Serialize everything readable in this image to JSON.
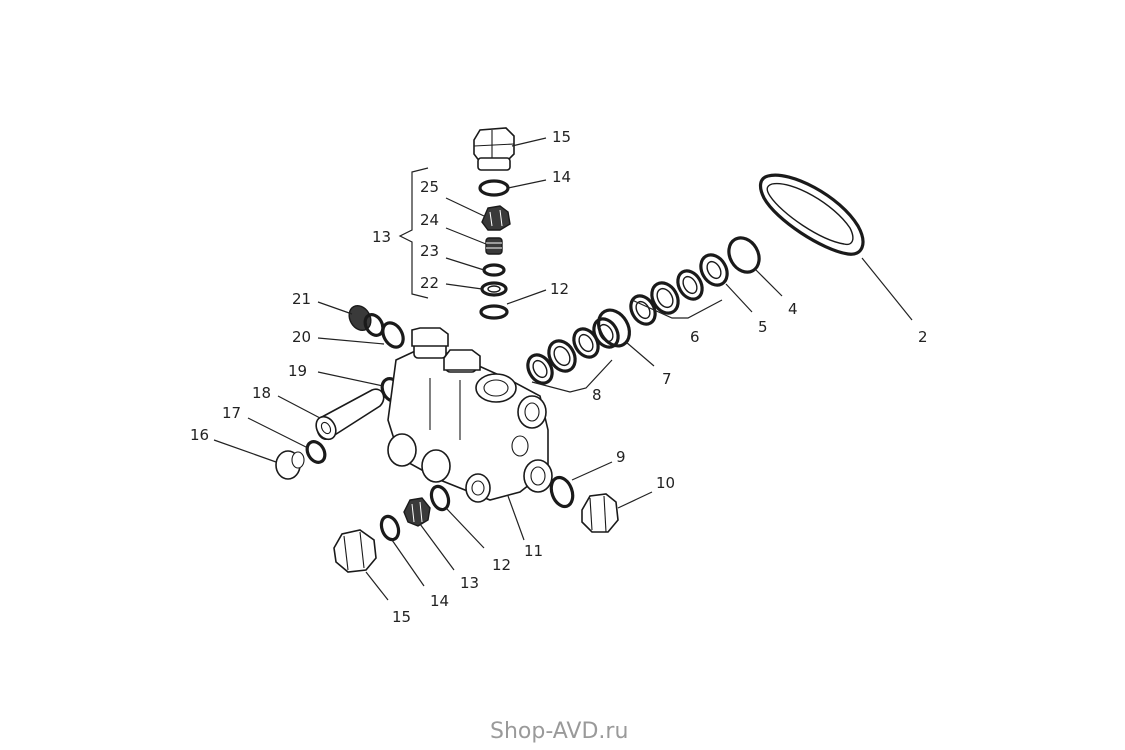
{
  "diagram": {
    "callouts": [
      {
        "id": "c15a",
        "text": "15"
      },
      {
        "id": "c14a",
        "text": "14"
      },
      {
        "id": "c25",
        "text": "25"
      },
      {
        "id": "c24",
        "text": "24"
      },
      {
        "id": "c13a",
        "text": "13"
      },
      {
        "id": "c23",
        "text": "23"
      },
      {
        "id": "c22",
        "text": "22"
      },
      {
        "id": "c12a",
        "text": "12"
      },
      {
        "id": "c21",
        "text": "21"
      },
      {
        "id": "c20",
        "text": "20"
      },
      {
        "id": "c19",
        "text": "19"
      },
      {
        "id": "c18",
        "text": "18"
      },
      {
        "id": "c17",
        "text": "17"
      },
      {
        "id": "c16",
        "text": "16"
      },
      {
        "id": "c2",
        "text": "2"
      },
      {
        "id": "c4",
        "text": "4"
      },
      {
        "id": "c5",
        "text": "5"
      },
      {
        "id": "c6",
        "text": "6"
      },
      {
        "id": "c7",
        "text": "7"
      },
      {
        "id": "c8",
        "text": "8"
      },
      {
        "id": "c9",
        "text": "9"
      },
      {
        "id": "c10",
        "text": "10"
      },
      {
        "id": "c11",
        "text": "11"
      },
      {
        "id": "c12b",
        "text": "12"
      },
      {
        "id": "c13b",
        "text": "13"
      },
      {
        "id": "c14b",
        "text": "14"
      },
      {
        "id": "c15b",
        "text": "15"
      }
    ]
  },
  "watermark": "Shop-AVD.ru"
}
